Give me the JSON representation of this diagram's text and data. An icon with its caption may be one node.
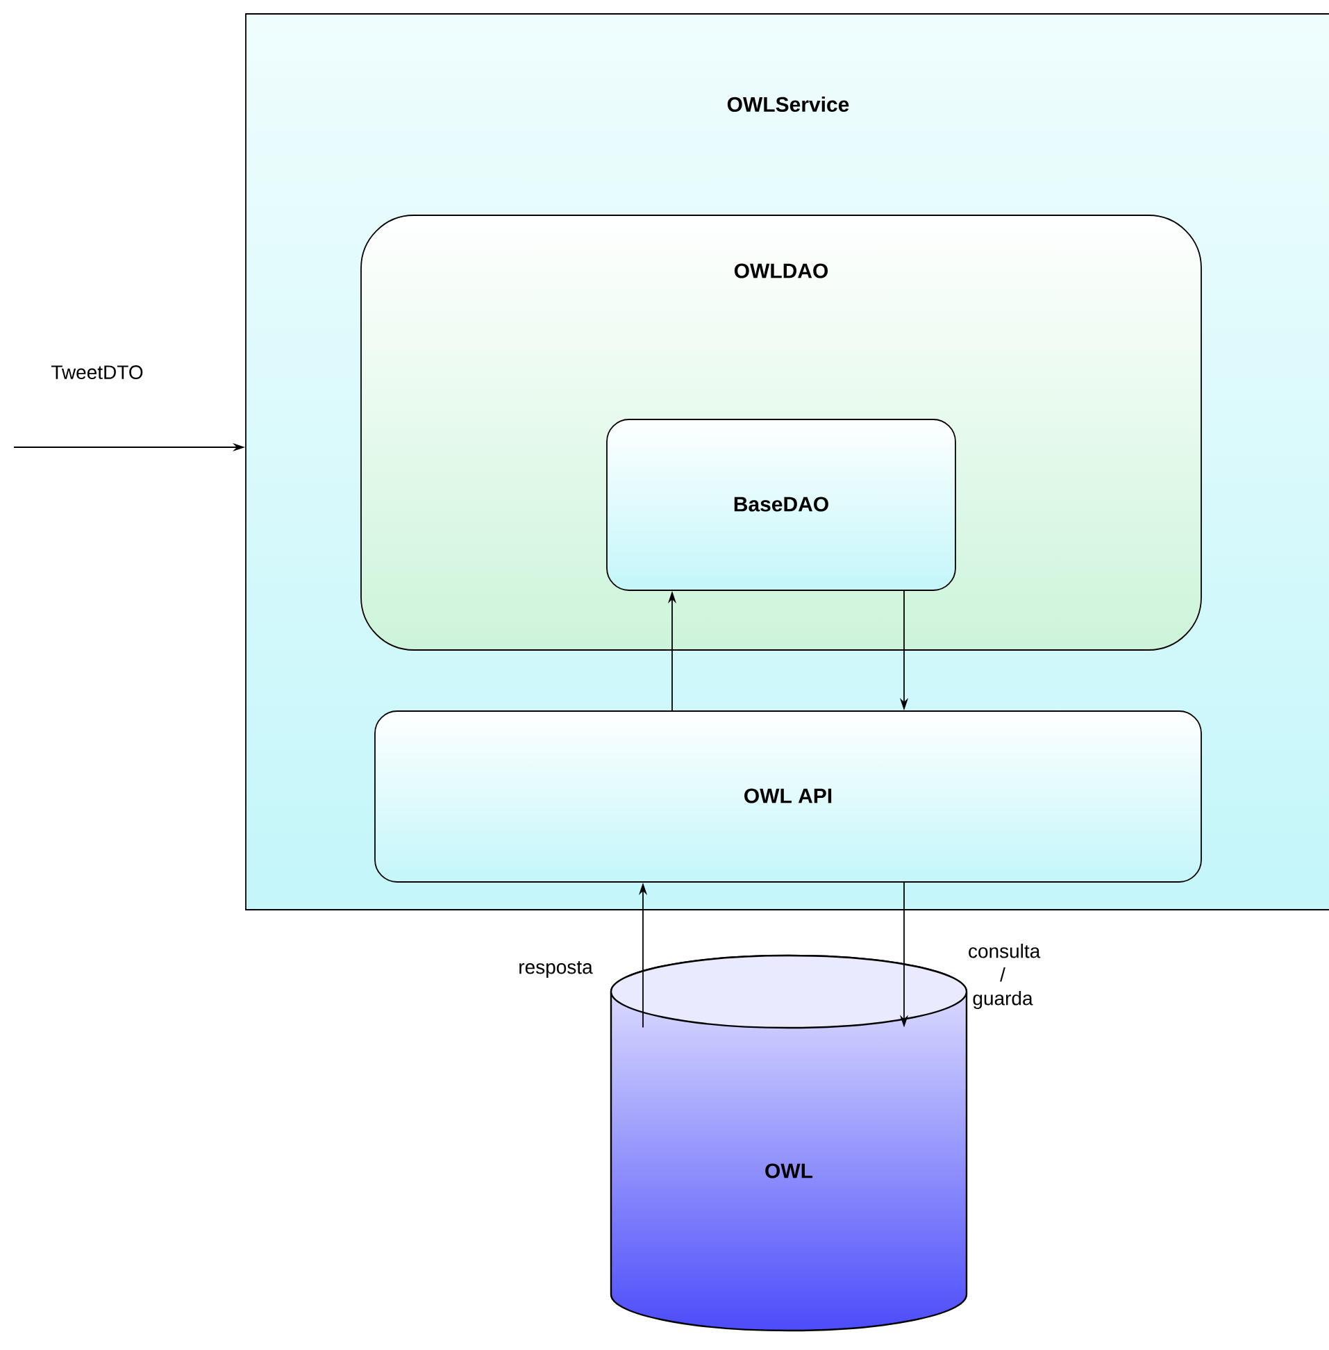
{
  "diagram": {
    "nodes": [
      {
        "text": [
          "OWLService"
        ]
      },
      {
        "text": [
          "OWLDAO"
        ],
        "in": 0
      },
      {
        "text": [
          "BaseDAO"
        ],
        "in": 1
      },
      {
        "text": [
          "OWL API"
        ],
        "in": 0
      },
      {
        "text": [
          "OWL"
        ]
      }
    ],
    "edges": [
      {
        "from": null,
        "to": 0,
        "arrow": "to",
        "label": "TweetDTO"
      },
      {
        "from": 3,
        "to": 2,
        "arrow": "to"
      },
      {
        "from": 2,
        "to": 3,
        "arrow": "to"
      },
      {
        "from": 4,
        "to": 3,
        "arrow": "to",
        "label": "resposta"
      },
      {
        "from": 3,
        "to": 4,
        "arrow": "to",
        "label": "consulta / guarda"
      }
    ]
  }
}
